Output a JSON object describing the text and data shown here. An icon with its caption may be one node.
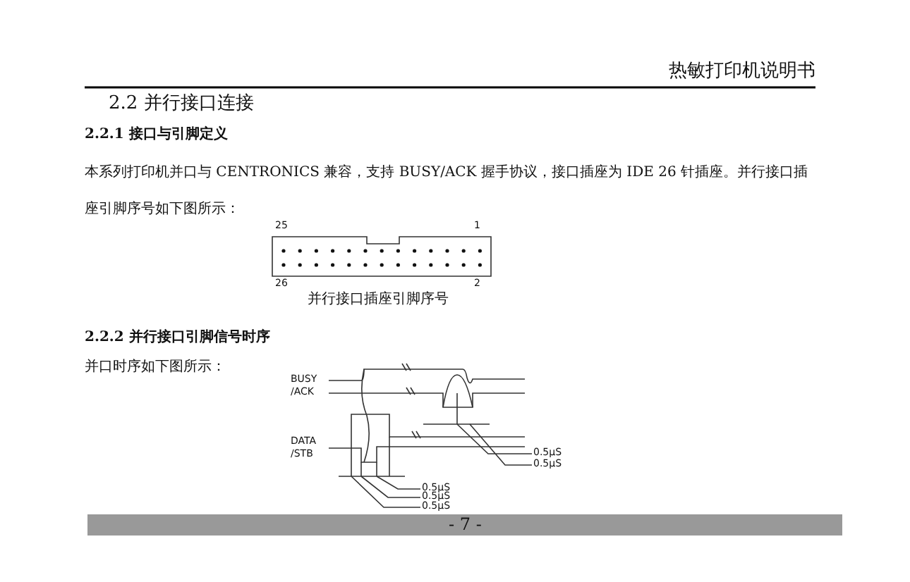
{
  "diagram": {
    "labels": [
      "热敏打印机说明书",
      "2.2 并行接口连接",
      "2.2.1 接口与引脚定义",
      "本系列打印机并口与 CENTRONICS 兼容，支持 BUSY/ACK 握手协议，接口插座为 IDE 26 针插座。并行接口插座引脚序号如下图所示：",
      "25",
      "1",
      "26",
      "2",
      "并行接口插座引脚序号",
      "2.2.2 并行接口引脚信号时序",
      "并口时序如下图所示：",
      "BUSY",
      "/ACK",
      "DATA",
      "/STB",
      "0.5μS",
      "0.5μS",
      "0.5μS",
      "0.5μS",
      "0.5μS",
      "- 7 -"
    ]
  }
}
